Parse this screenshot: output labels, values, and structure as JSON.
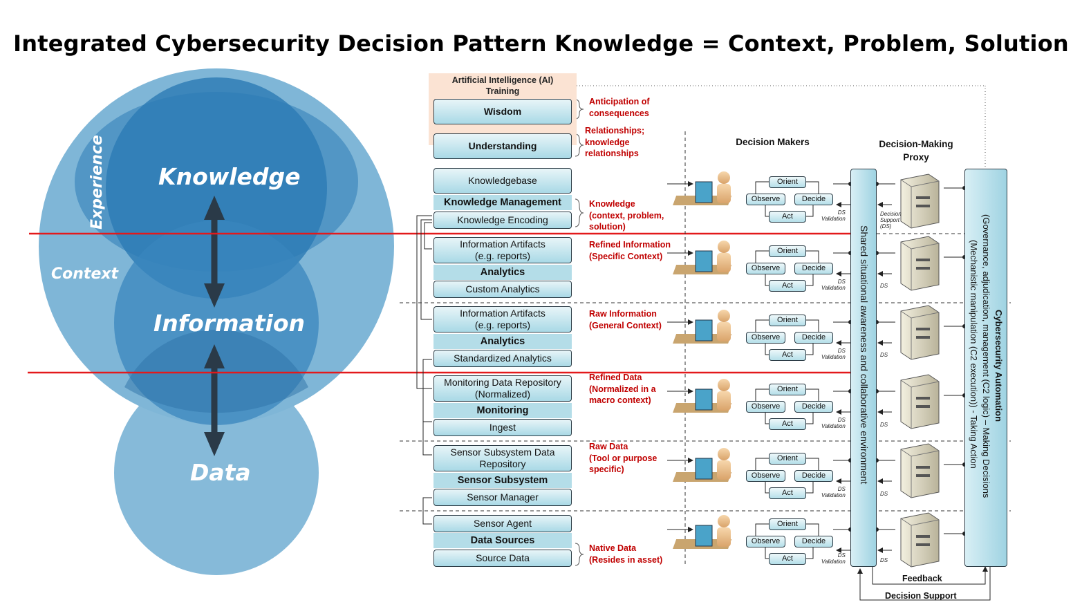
{
  "title": "Integrated Cybersecurity Decision Pattern Knowledge = Context, Problem, Solution",
  "circles": {
    "experience": "Experience",
    "knowledge": "Knowledge",
    "context": "Context",
    "information": "Information",
    "data": "Data"
  },
  "ai_training": "Artificial Intelligence (AI)\nTraining",
  "stack": {
    "wisdom": "Wisdom",
    "understanding": "Understanding",
    "knowledgebase": "Knowledgebase",
    "knowledge_management": "Knowledge Management",
    "knowledge_encoding": "Knowledge Encoding",
    "info_artifacts_1": "Information Artifacts\n(e.g. reports)",
    "analytics_1": "Analytics",
    "custom_analytics": "Custom Analytics",
    "info_artifacts_2": "Information Artifacts\n(e.g. reports)",
    "analytics_2": "Analytics",
    "standardized_analytics": "Standardized Analytics",
    "monitoring_repo": "Monitoring Data Repository\n(Normalized)",
    "monitoring": "Monitoring",
    "ingest": "Ingest",
    "sensor_repo": "Sensor Subsystem Data\nRepository",
    "sensor_subsystem": "Sensor Subsystem",
    "sensor_manager": "Sensor Manager",
    "sensor_agent": "Sensor Agent",
    "data_sources": "Data Sources",
    "source_data": "Source Data"
  },
  "annotations": {
    "anticipation": "Anticipation of\nconsequences",
    "relationships": "Relationships;\nknowledge\nrelationships",
    "knowledge": "Knowledge\n(context, problem,\nsolution)",
    "refined_info": "Refined Information\n(Specific Context)",
    "raw_info": "Raw Information\n(General Context)",
    "refined_data": "Refined Data\n(Normalized in a\nmacro context)",
    "raw_data": "Raw Data\n(Tool or purpose\nspecific)",
    "native_data": "Native Data\n(Resides in asset)"
  },
  "headers": {
    "decision_makers": "Decision Makers",
    "proxy": "Decision-Making\nProxy"
  },
  "ooda": {
    "orient": "Orient",
    "observe": "Observe",
    "decide": "Decide",
    "act": "Act",
    "ds_validation": "DS\nValidation",
    "decision_support_ds": "Decision\nSupport\n(DS)",
    "ds": "DS"
  },
  "shared_bar": "Shared situational awareness and collaborative environment",
  "automation_bar": {
    "line1": "Cybersecurity Automation",
    "line2": "(Governance, adjudication, management (C2 logic) – Making Decisions",
    "line3": "(Mechanistic manipulation (C2 execution)) - Taking Action"
  },
  "bottom": {
    "feedback": "Feedback",
    "decision_support": "Decision Support"
  },
  "colors": {
    "outer_circle": "#7fb6d7",
    "mid_circle": "#4a91c2",
    "inner_circle": "#2c7bb4",
    "red_line": "#e3191b",
    "annotation": "#c00000"
  }
}
